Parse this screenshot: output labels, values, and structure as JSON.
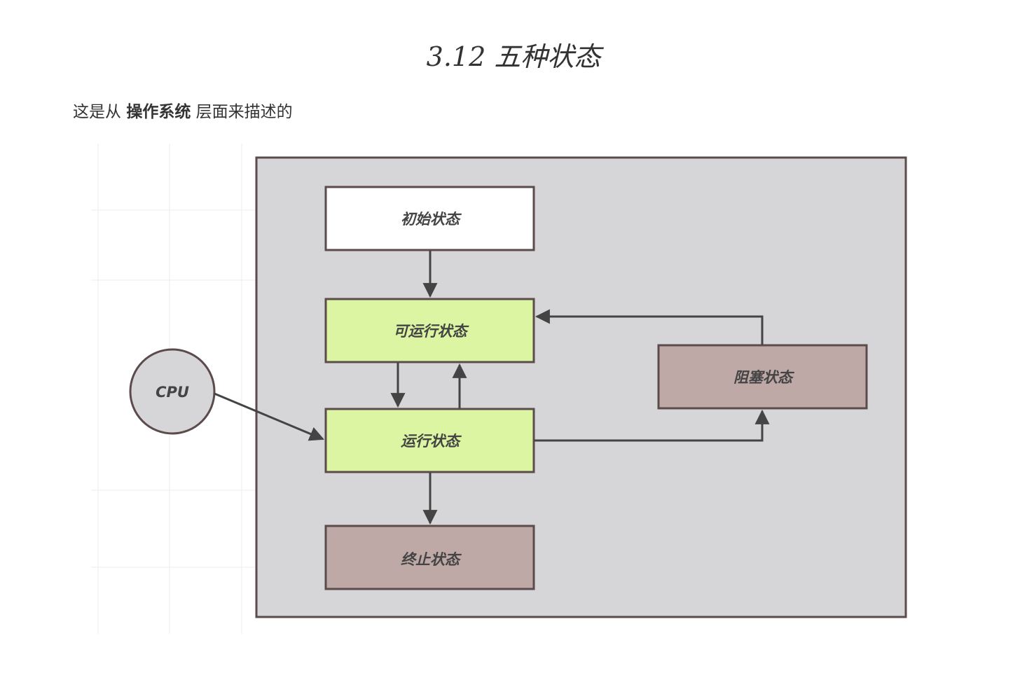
{
  "title": "3.12 五种状态",
  "subtitle": {
    "prefix": "这是从 ",
    "bold": "操作系统",
    "suffix": " 层面来描述的"
  },
  "diagram": {
    "cpu": "CPU",
    "states": {
      "initial": "初始状态",
      "runnable": "可运行状态",
      "running": "运行状态",
      "terminated": "终止状态",
      "blocked": "阻塞状态"
    },
    "colors": {
      "container": "#d6d6d8",
      "active": "#dcf5a2",
      "inactive": "#bfa9a7",
      "initial": "#ffffff",
      "border": "#5b4b4b"
    }
  }
}
